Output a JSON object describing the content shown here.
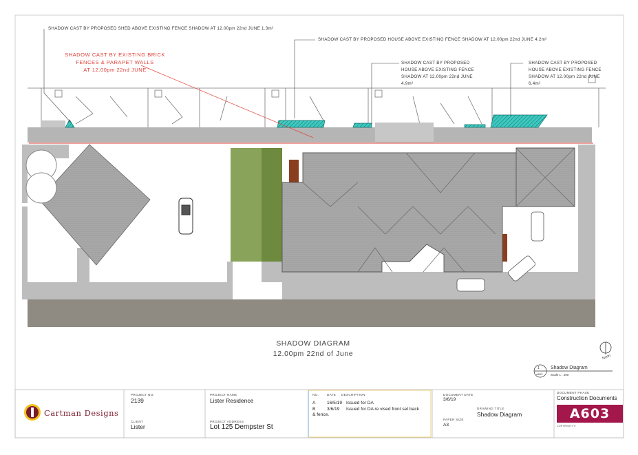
{
  "annotations": {
    "shed_note": "SHADOW CAST BY PROPOSED SHED ABOVE EXISTING FENCE SHADOW AT 12.00pm 22nd JUNE 1.3m²",
    "house_note_top": "SHADOW CAST BY PROPOSED HOUSE ABOVE EXISTING FENCE SHADOW AT 12.00pm 22nd JUNE 4.2m²",
    "house_note_mid": [
      "SHADOW CAST BY PROPOSED",
      "HOUSE ABOVE EXISTING FENCE",
      "SHADOW  AT 12.00pm 22nd JUNE",
      "4.9m²"
    ],
    "house_note_right": [
      "SHADOW CAST BY PROPOSED",
      "HOUSE ABOVE EXISTING FENCE",
      "SHADOW  AT 12.00pm 22nd JUNE",
      "6.4m²"
    ],
    "brick_note": [
      "SHADOW CAST BY EXISTING BRICK",
      "FENCES & PARAPET WALLS",
      "AT 12.00pm 22nd JUNE"
    ]
  },
  "drawing": {
    "title_line1": "SHADOW DIAGRAM",
    "title_line2": "12.00pm 22nd of June",
    "north_label": "North",
    "tag_title": "Shadow Diagram",
    "tag_scale": "Scale   1 : 200",
    "tag_number": "1",
    "tag_sheet": "A603"
  },
  "title_block": {
    "company": "Cartman Designs",
    "project_no_label": "PROJECT NO.",
    "project_no": "2139",
    "client_label": "CLIENT",
    "client": "Lister",
    "project_name_label": "PROJECT NAME",
    "project_name": "Lister Residence",
    "project_address_label": "PROJECT ADDRESS",
    "project_address": "Lot 125 Dempster St",
    "rev_headers": [
      "NO.",
      "DATE",
      "DESCRIPTION"
    ],
    "revisions": [
      {
        "no": "A",
        "date": "16/5/19",
        "desc": "Issued for DA"
      },
      {
        "no": "B",
        "date": "3/6/19",
        "desc": "Issued for DA re vised front set back"
      }
    ],
    "rev_continued": "& fence.",
    "doc_date_label": "DOCUMENT DATE",
    "doc_date": "3/6/19",
    "drawing_title_label": "DRAWING TITLE",
    "drawing_title": "Shadow Diagram",
    "paper_size_label": "PAPER SIZE",
    "paper_size": "A3",
    "doc_phase_label": "DOCUMENT PHASE",
    "doc_phase": "Construction Documents",
    "drawing_number": "A603",
    "copyright": "COPYRIGHT ©"
  },
  "colors": {
    "shadow_hatch": "#3ec9c0",
    "roof": "#a7a7a7",
    "ground_shadow": "#bdbdbd",
    "lawn": "#8aa35a",
    "brand": "#a3174a",
    "annotation_red": "#e0433a"
  }
}
